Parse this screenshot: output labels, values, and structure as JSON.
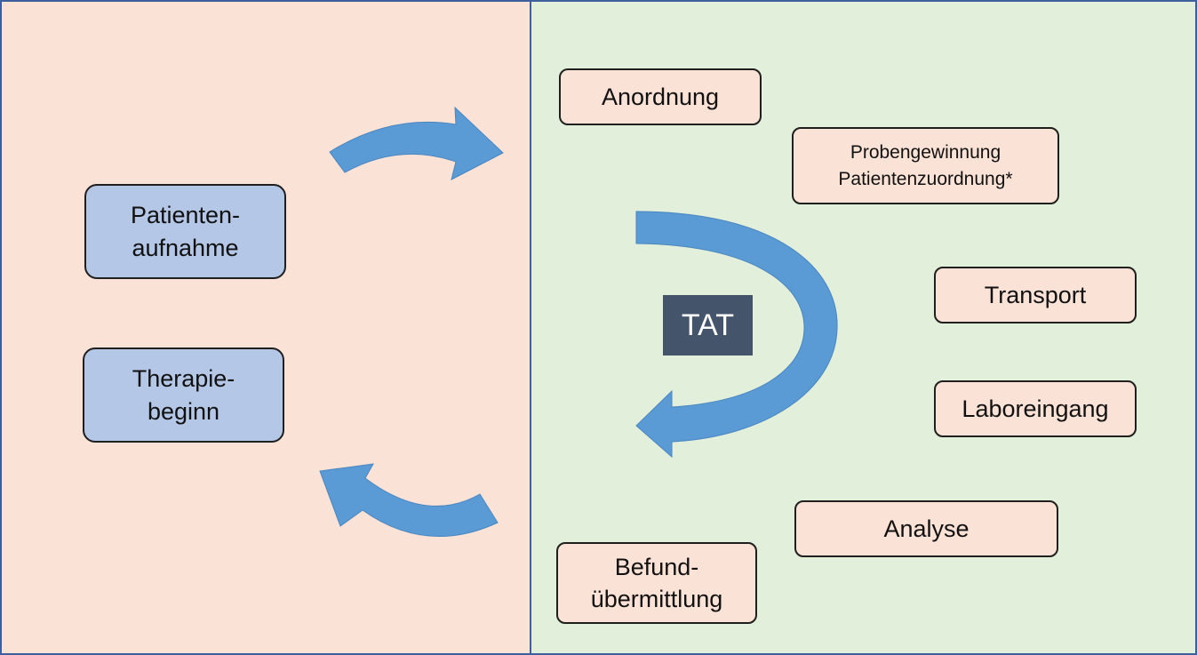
{
  "left_panel": {
    "boxes": [
      {
        "line1": "Patienten-",
        "line2": "aufnahme"
      },
      {
        "line1": "Therapie-",
        "line2": "beginn"
      }
    ]
  },
  "right_panel": {
    "steps": {
      "anordnung": "Anordnung",
      "probengewinnung_line1": "Probengewinnung",
      "probengewinnung_line2": "Patientenzuordnung*",
      "transport": "Transport",
      "laboreingang": "Laboreingang",
      "analyse": "Analyse",
      "befund_line1": "Befund-",
      "befund_line2": "übermittlung"
    },
    "tat_label": "TAT"
  },
  "colors": {
    "left_background": "#fbe2d6",
    "right_background": "#e2efda",
    "blue_box": "#b4c7e7",
    "peach_box": "#fbe2d6",
    "arrow": "#5b9bd5",
    "tat_box": "#44546a",
    "frame": "#3e5f9e"
  },
  "icons": {
    "top_arrow": "curved-arrow-right-icon",
    "center_arrow": "curved-arrow-u-turn-icon",
    "bottom_arrow": "curved-arrow-left-icon"
  }
}
